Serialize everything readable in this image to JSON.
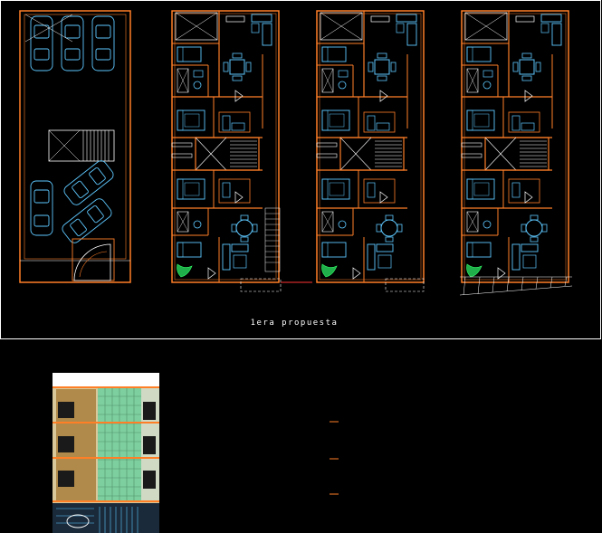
{
  "drawing": {
    "caption": "1era propuesta",
    "colors": {
      "background": "#000000",
      "wall": "#ff7f27",
      "furniture": "#5ec8ff",
      "frame": "#ffffff",
      "hatch": "#ff7f27",
      "plant": "#33ff66",
      "facade_glass": "#7ecf9f",
      "facade_brick": "#b08a4a"
    },
    "panels": [
      {
        "name": "parking-plan",
        "kind": "garage"
      },
      {
        "name": "floor-plan-1",
        "kind": "floor"
      },
      {
        "name": "floor-plan-2",
        "kind": "floor"
      },
      {
        "name": "floor-plan-3",
        "kind": "floor"
      }
    ],
    "elevation": {
      "floors": 3,
      "kind": "facade"
    }
  }
}
